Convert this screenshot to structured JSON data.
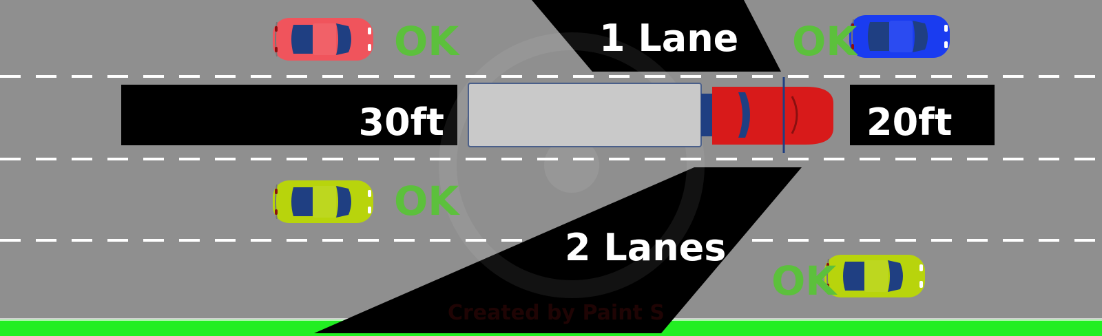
{
  "colors": {
    "road": "#8f8f8f",
    "grass": "#22ee22",
    "zone": "#000000",
    "label": "#ffffff",
    "ok": "#5cc03c",
    "trailer": "#c9c9c9",
    "truck_cab": "#d81a1a",
    "car_red": "#f0545c",
    "car_blue": "#1a3cf0",
    "car_lime": "#b8d40c",
    "window": "#1f3f82",
    "watermark": "#3a0808"
  },
  "labels": {
    "rear_distance": "30ft",
    "front_distance": "20ft",
    "side_one": "1 Lane",
    "side_two": "2 Lanes",
    "watermark": "Created by Paint S"
  },
  "cars": [
    {
      "id": "red-car",
      "color": "car_red",
      "status": "OK"
    },
    {
      "id": "blue-car",
      "color": "car_blue",
      "status": "OK"
    },
    {
      "id": "lime-car-left",
      "color": "car_lime",
      "status": "OK"
    },
    {
      "id": "lime-car-right",
      "color": "car_lime",
      "status": "OK"
    }
  ]
}
